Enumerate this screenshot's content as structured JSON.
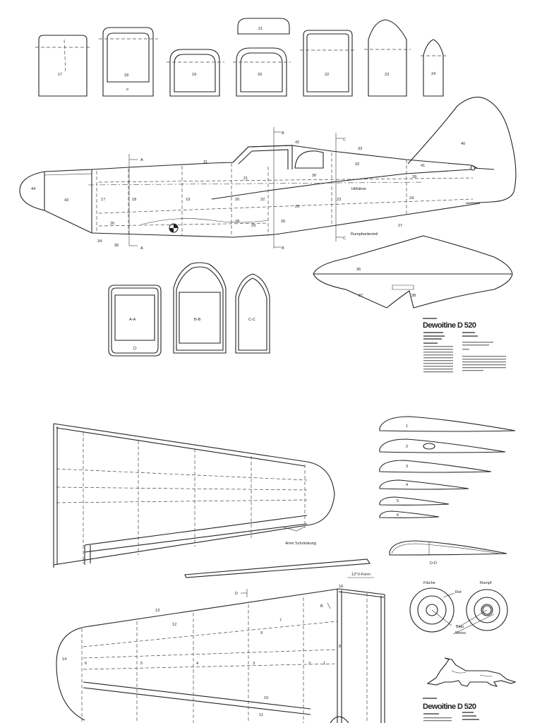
{
  "bulkheads": {
    "b17": "17",
    "b18": "18",
    "b19": "19",
    "b20": "20",
    "b21": "21",
    "b22": "22",
    "b23": "23",
    "b24": "24",
    "b18_mark": "o"
  },
  "fuselage": {
    "section_a": "A",
    "section_b": "B",
    "section_c": "C",
    "p17": "17",
    "p18": "18",
    "p19": "19",
    "p20": "20",
    "p21": "21",
    "p22": "22",
    "p23": "23",
    "p24": "24",
    "p25": "25",
    "p26": "26",
    "p26b": "26",
    "p27": "27",
    "p28": "28",
    "p29": "29",
    "p30": "30",
    "p31": "31",
    "p32": "32",
    "p33": "33",
    "p34": "34",
    "p35": "35",
    "p39": "39",
    "p40": "40",
    "p41": "41",
    "p42": "42",
    "p43": "43",
    "p44": "44",
    "hilfslinie": "Hilfslinie",
    "rumpfseitenteil": "Rumpfseitenteil"
  },
  "sections": {
    "aa": "A-A",
    "bb": "B-B",
    "cc": "C-C"
  },
  "stabilizer": {
    "p36": "36",
    "p37": "37",
    "p38": "38"
  },
  "title_block": {
    "top_label": "Dewoitine D 520",
    "bottom_label": "Dewoitine D 520"
  },
  "wing_upper": {
    "schraenkung": "4mm Schränkung"
  },
  "ribs": {
    "r1": "1",
    "r2": "2",
    "r3": "3",
    "r4": "4",
    "r5": "5",
    "r6": "6",
    "dd": "D-D"
  },
  "v_form": {
    "label": "12°V-Form"
  },
  "wing_lower": {
    "d": "D",
    "b": "B",
    "p1": "1",
    "p2": "2",
    "p3": "3",
    "p4": "4",
    "p5": "5",
    "p6": "6",
    "p7": "7",
    "p8": "8",
    "p9": "9",
    "p10": "10",
    "p11": "11",
    "p12": "12",
    "p13": "13",
    "p14": "14",
    "p16": "16"
  },
  "roundels": {
    "flaeche": "Fläche",
    "rumpf": "Rumpf",
    "rot": "Rot",
    "blau": "Blau",
    "weiss": "Weiss"
  }
}
